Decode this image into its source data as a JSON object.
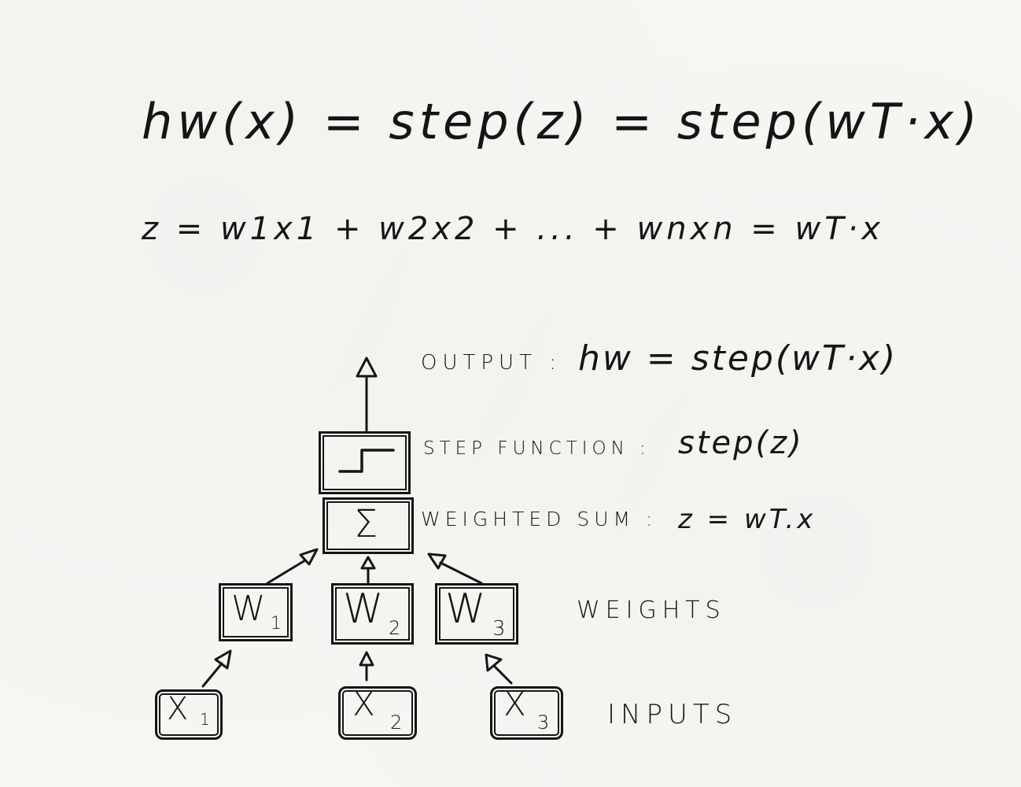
{
  "equations": {
    "main": "hw(x) = step(z) = step(wT·x)",
    "z_def": "z = w1x1 + w2x2 + ... + wnxn = wT·x"
  },
  "layers": {
    "output": {
      "label": "OUTPUT :",
      "expr": "hw = step(wT·x)"
    },
    "step_function": {
      "label": "STEP FUNCTION :",
      "expr": "step(z)"
    },
    "weighted_sum": {
      "label": "WEIGHTED SUM :",
      "expr": "z = wT.x"
    },
    "weights": {
      "label": "WEIGHTS"
    },
    "inputs": {
      "label": "INPUTS"
    }
  },
  "nodes": {
    "sum_symbol": "Σ",
    "weights": [
      {
        "letter": "W",
        "sub": "1"
      },
      {
        "letter": "W",
        "sub": "2"
      },
      {
        "letter": "W",
        "sub": "3"
      }
    ],
    "inputs": [
      {
        "letter": "X",
        "sub": "1"
      },
      {
        "letter": "X",
        "sub": "2"
      },
      {
        "letter": "X",
        "sub": "3"
      }
    ]
  },
  "colors": {
    "ink": "#151515",
    "paper": "#f6f6f3"
  }
}
